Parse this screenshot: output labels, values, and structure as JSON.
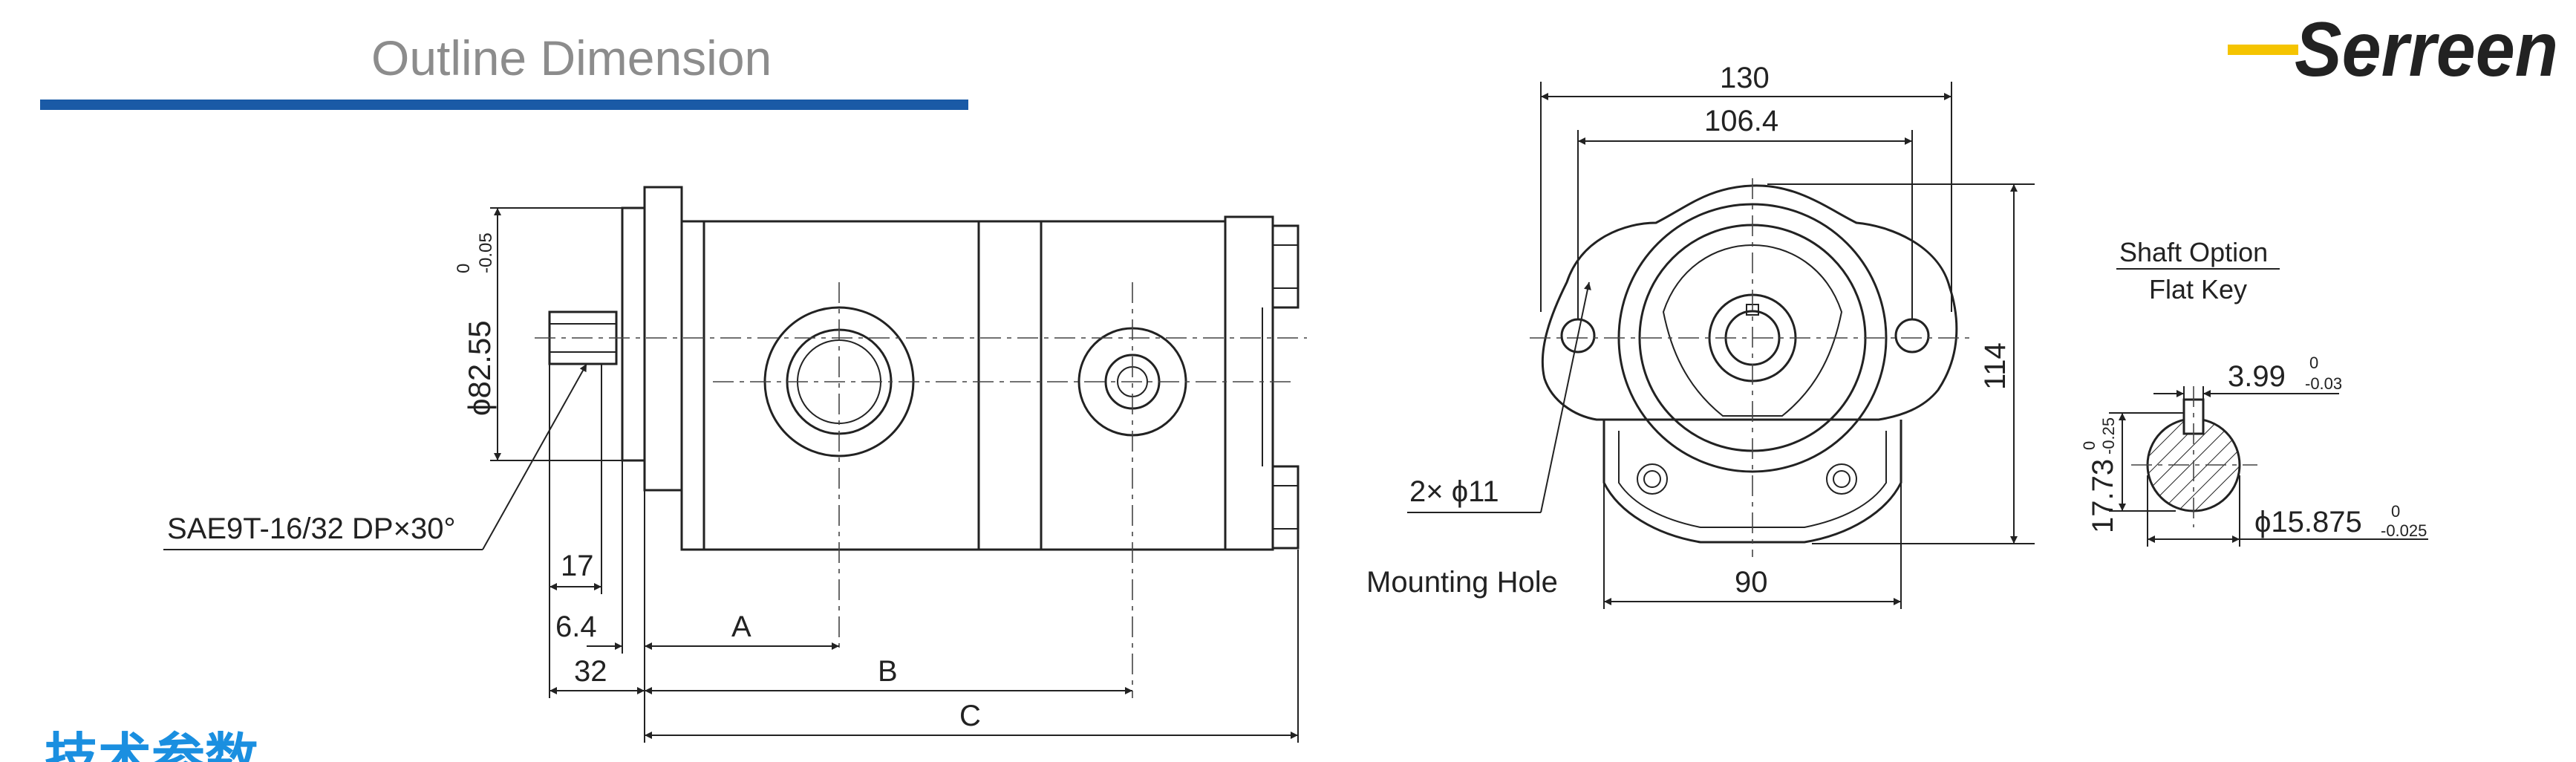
{
  "header": {
    "title": "Outline Dimension",
    "rule_color": "#1a5aa6",
    "logo_text": "Serreen",
    "logo_color": "#f5c400"
  },
  "side_view": {
    "bore_dim": "ϕ82.55",
    "bore_tol_upper": "0",
    "bore_tol_lower": "-0.05",
    "spline_spec": "SAE9T-16/32 DP×30°",
    "dim_17": "17",
    "dim_6_4": "6.4",
    "dim_32": "32",
    "dim_A": "A",
    "dim_B": "B",
    "dim_C": "C"
  },
  "front_view": {
    "dim_130": "130",
    "dim_106_4": "106.4",
    "dim_114": "114",
    "dim_90": "90",
    "hole_spec": "2× ϕ11",
    "hole_label": "Mounting Hole"
  },
  "shaft_view": {
    "title_line1": "Shaft Option",
    "title_line2": "Flat Key",
    "key_width": "3.99",
    "key_width_tol_upper": "0",
    "key_width_tol_lower": "-0.03",
    "flat_height": "17.73",
    "flat_height_tol_upper": "0",
    "flat_height_tol_lower": "-0.25",
    "shaft_dia": "ϕ15.875",
    "shaft_dia_tol_upper": "0",
    "shaft_dia_tol_lower": "-0.025"
  },
  "footer": {
    "partial_text": "技术参数",
    "partial_color": "#1a8fe0"
  }
}
